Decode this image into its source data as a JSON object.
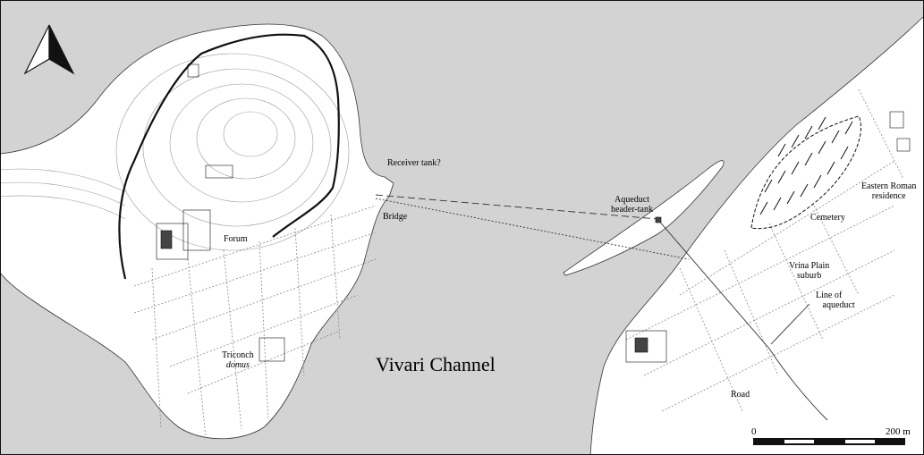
{
  "colors": {
    "sea": "#d3d3d3",
    "land": "#ffffff",
    "ink": "#111111"
  },
  "north_arrow": "north-arrow-icon",
  "labels": {
    "receiver_tank": "Receiver tank?",
    "bridge": "Bridge",
    "forum": "Forum",
    "header_tank_1": "Aqueduct",
    "header_tank_2": "header-tank",
    "cemetery": "Cemetery",
    "eastern_1": "Eastern Roman",
    "eastern_2": "residence",
    "vrina_1": "Vrina Plain",
    "vrina_2": "suburb",
    "aqueduct_1": "Line of",
    "aqueduct_2": "aqueduct",
    "road": "Road",
    "triconch_1": "Triconch",
    "triconch_2": "domus",
    "channel": "Vivari Channel"
  },
  "scale_bar": {
    "start": "0",
    "end": "200 m"
  }
}
